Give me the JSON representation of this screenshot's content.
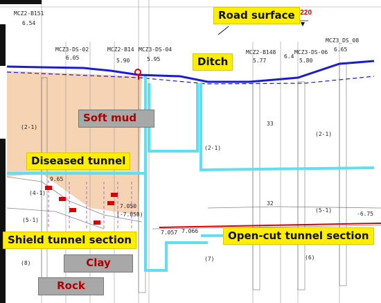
{
  "labels": {
    "road_surface": "Road surface",
    "ditch": "Ditch",
    "soft_mud": "Soft mud",
    "diseased_tunnel": "Diseased tunnel",
    "shield_tunnel_section": "Shield tunnel section",
    "open_cut_tunnel_section": "Open-cut tunnel section",
    "clay": "Clay",
    "rock": "Rock"
  },
  "annotations": {
    "bh1": "MCZ2-B151",
    "bh1_elev": "6.54",
    "bh2": "MCZ3-DS-02",
    "bh2_elev": "6.05",
    "bh3": "MCZ2-B14",
    "bh3_elev": "5.90",
    "bh4": "MCZ3-DS-04",
    "bh4_elev": "5.95",
    "bh5": "MCZ2-B148",
    "bh5_elev": "5.77",
    "bh6": "MCZ3-DS-06",
    "bh6_elev": "5.80",
    "bh7": "MCZ3_DS_08",
    "bh7_elev": "6.65",
    "bh8_elev": "6.4",
    "road_level": "6.220",
    "elev_7050": "7.050",
    "elev_7058": "(-7.058)",
    "elev_7057": "7.057",
    "elev_7066": "7.066",
    "elev_675": "-6.75",
    "val_985": "9.65",
    "layer_2_1": "(2-1)",
    "layer_2_1b": "(2-1)",
    "layer_2_1c": "(2-1)",
    "layer_4_1": "(4-1)",
    "layer_5_1": "(5-1)",
    "layer_5_1b": "(5-1)",
    "layer_7": "(7)",
    "layer_8": "(8)",
    "layer_6": "(6)",
    "v33": "33",
    "v32": "32"
  },
  "colors": {
    "blue_line": "#1a1ad8",
    "cyan": "#5fe0f0",
    "mud_fill": "#f6d3b3",
    "label_yellow": "#ffee00",
    "label_grey": "#a8a8a8",
    "red": "#d80000",
    "purple": "#b060e0"
  }
}
